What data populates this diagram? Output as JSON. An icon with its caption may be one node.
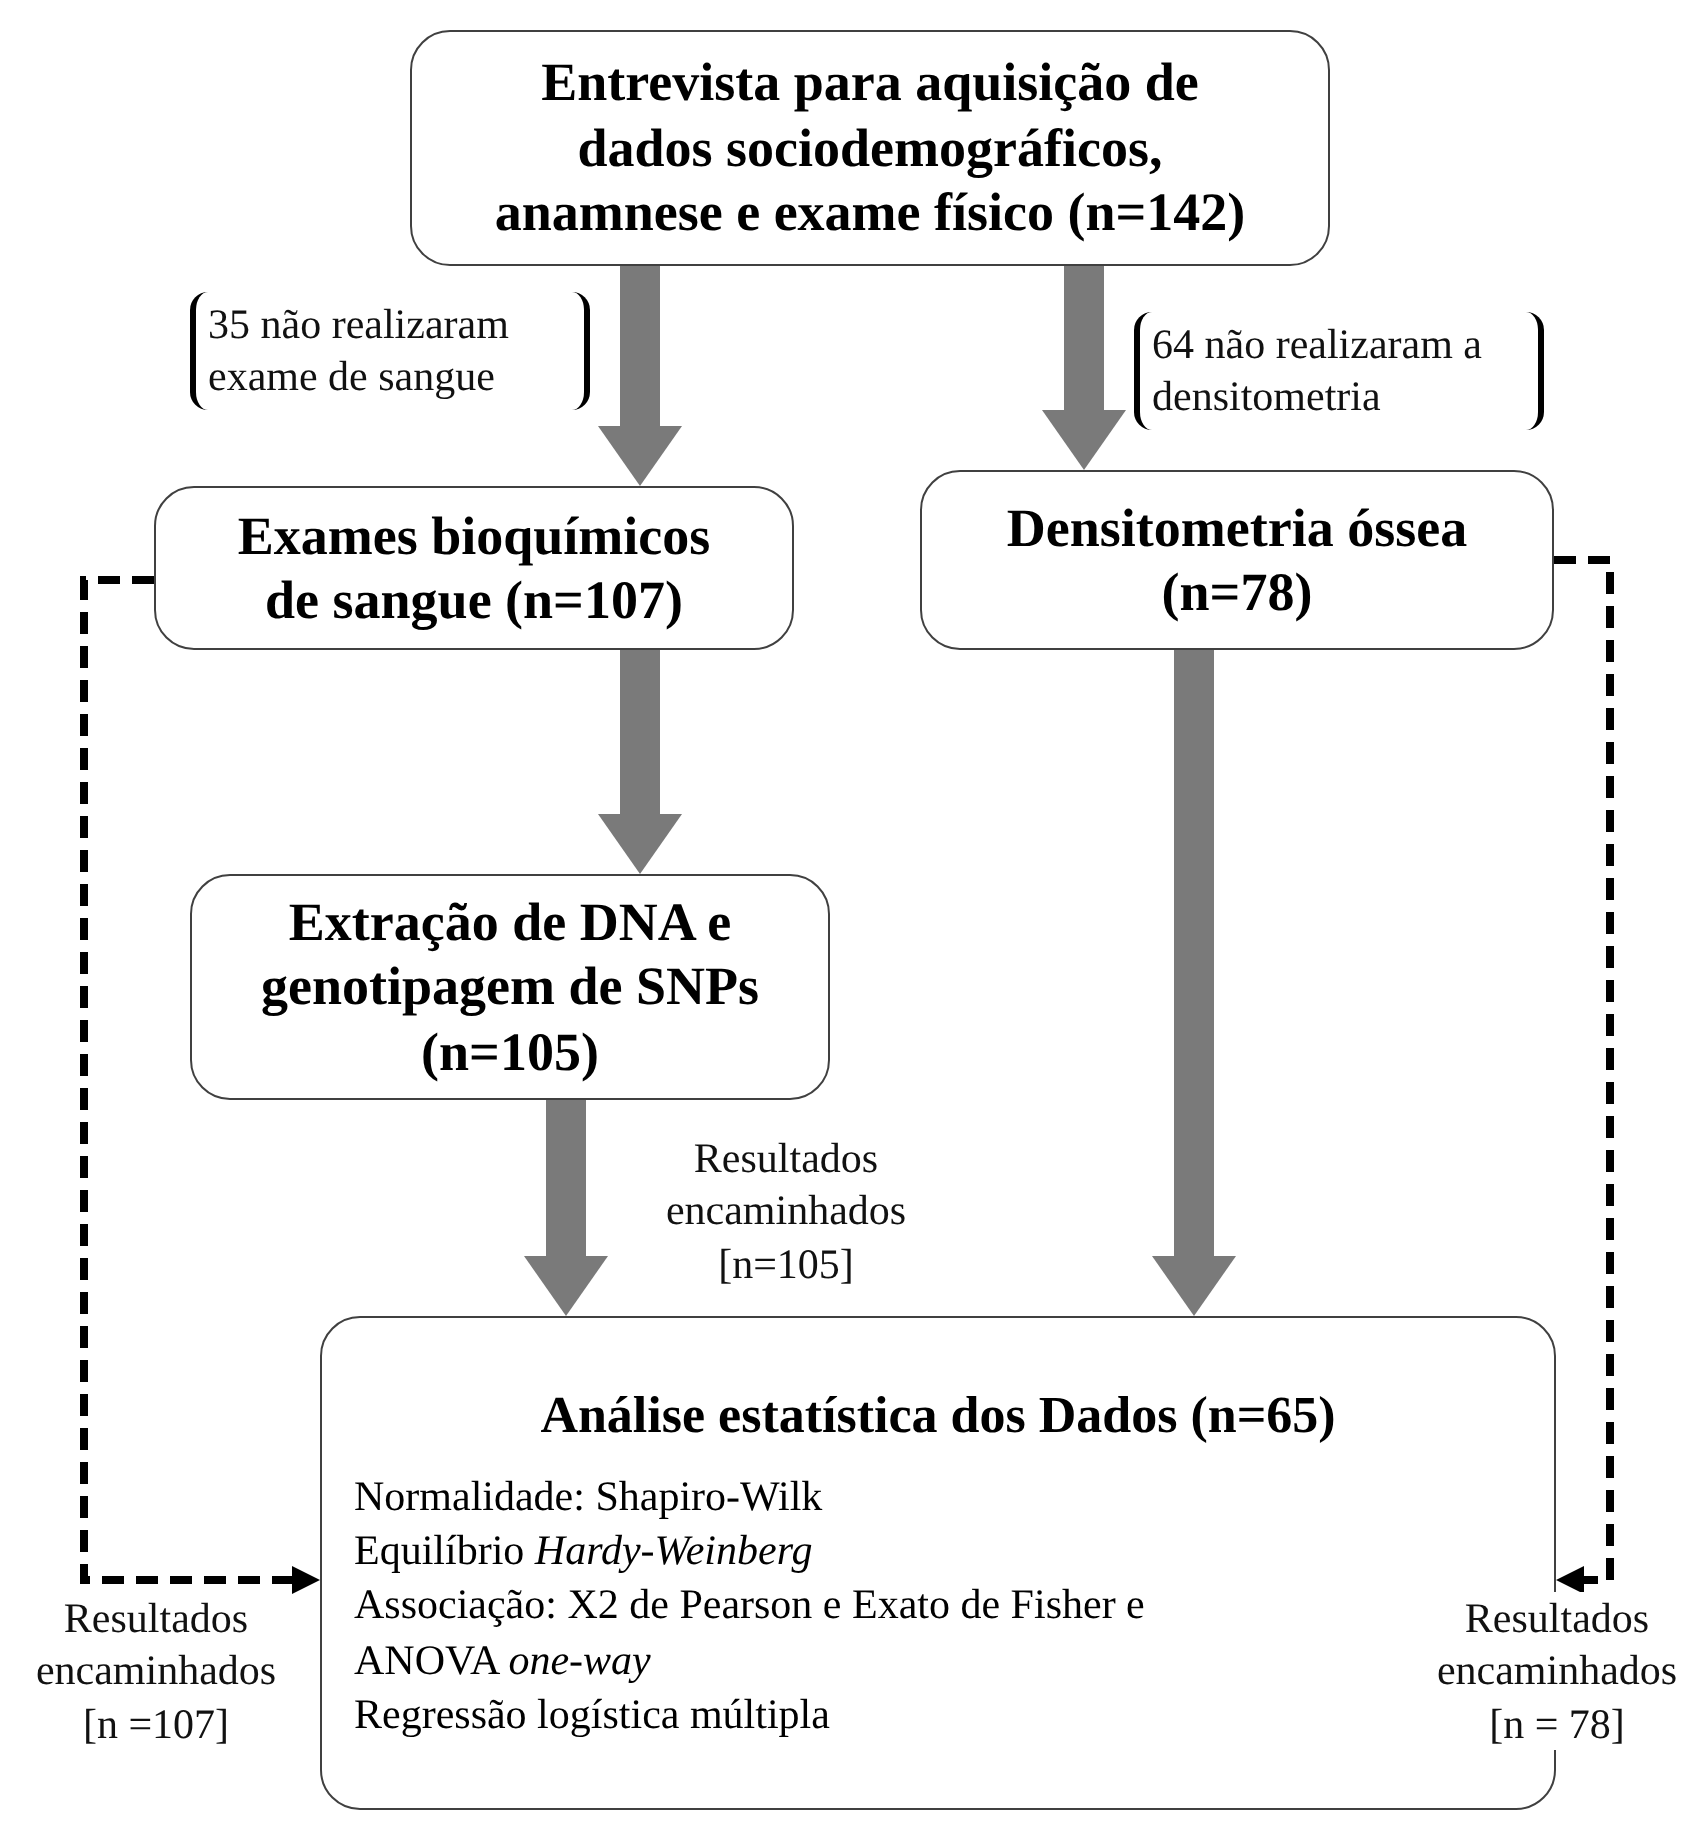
{
  "diagram": {
    "nodes": [
      {
        "text": [
          "Entrevista para aquisição de dados sociodemográficos, anamnese e exame físico (n=142)"
        ]
      },
      {
        "text": [
          "Exames bioquímicos de sangue (n=107)"
        ]
      },
      {
        "text": [
          "Densitometria óssea (n=78)"
        ]
      },
      {
        "text": [
          "Extração de DNA e genotipagem de SNPs (n=105)"
        ]
      },
      {
        "text": [
          "Análise estatística dos Dados (n=65)",
          "Normalidade: Shapiro-Wilk",
          "Equilíbrio *Hardy-Weinberg*",
          "Associação: X2 de Pearson e Exato de Fisher e ANOVA *one-way*",
          "Regressão logística múltipla"
        ]
      }
    ],
    "edges": [
      {
        "from": 0,
        "to": 1,
        "arrow": "to",
        "label": "35 não realizaram exame de sangue"
      },
      {
        "from": 0,
        "to": 2,
        "arrow": "to",
        "label": "64 não realizaram a densitometria"
      },
      {
        "from": 1,
        "to": 3,
        "arrow": "to"
      },
      {
        "from": 3,
        "to": 4,
        "arrow": "to",
        "label": "Resultados encaminhados [n=105]"
      },
      {
        "from": 2,
        "to": 4,
        "arrow": "to"
      },
      {
        "from": 1,
        "to": 4,
        "arrow": "to",
        "style": "dashed",
        "color": "#000000",
        "label": "Resultados encaminhados [n =107]"
      },
      {
        "from": 2,
        "to": 4,
        "arrow": "to",
        "style": "dashed",
        "color": "#000000",
        "label": "Resultados encaminhados [n = 78]"
      }
    ]
  }
}
